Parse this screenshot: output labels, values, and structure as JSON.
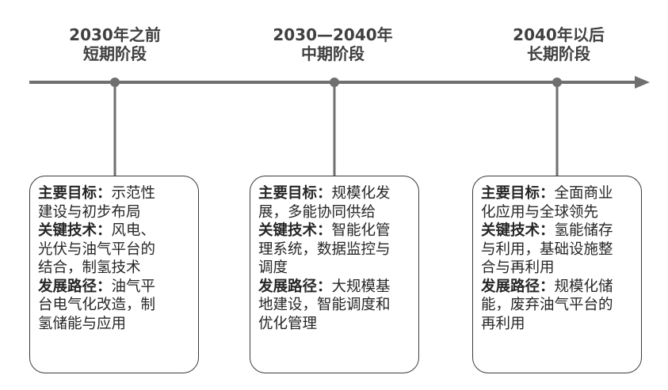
{
  "phases": [
    {
      "period": "2030年之前",
      "stage": "短期阶段",
      "lines": [
        {
          "label": "主要目标：",
          "text": "示范性"
        },
        {
          "label": "",
          "text": "建设与初步布局"
        },
        {
          "label": "关键技术：",
          "text": "风电、"
        },
        {
          "label": "",
          "text": "光伏与油气平台的"
        },
        {
          "label": "",
          "text": "结合，制氢技术"
        },
        {
          "label": "发展路径：",
          "text": "油气平"
        },
        {
          "label": "",
          "text": "台电气化改造，制"
        },
        {
          "label": "",
          "text": "氢储能与应用"
        }
      ]
    },
    {
      "period": "2030—2040年",
      "stage": "中期阶段",
      "lines": [
        {
          "label": "主要目标：",
          "text": "规模化发"
        },
        {
          "label": "",
          "text": "展，多能协同供给"
        },
        {
          "label": "关键技术：",
          "text": "智能化管"
        },
        {
          "label": "",
          "text": "理系统，数据监控与"
        },
        {
          "label": "",
          "text": "调度"
        },
        {
          "label": "发展路径：",
          "text": "大规模基"
        },
        {
          "label": "",
          "text": "地建设，智能调度和"
        },
        {
          "label": "",
          "text": "优化管理"
        }
      ]
    },
    {
      "period": "2040年以后",
      "stage": "长期阶段",
      "lines": [
        {
          "label": "主要目标：",
          "text": "全面商业"
        },
        {
          "label": "",
          "text": "化应用与全球领先"
        },
        {
          "label": "关键技术：",
          "text": "氢能储存"
        },
        {
          "label": "",
          "text": "与利用，基础设施整"
        },
        {
          "label": "",
          "text": "合与再利用"
        },
        {
          "label": "发展路径：",
          "text": "规模化储"
        },
        {
          "label": "",
          "text": "能，废弃油气平台的"
        },
        {
          "label": "",
          "text": "再利用"
        }
      ]
    }
  ],
  "colors": {
    "timeline": "#6f6f6f",
    "header_text": "#404040",
    "card_border": "#3a3a3a",
    "card_text": "#262626"
  }
}
